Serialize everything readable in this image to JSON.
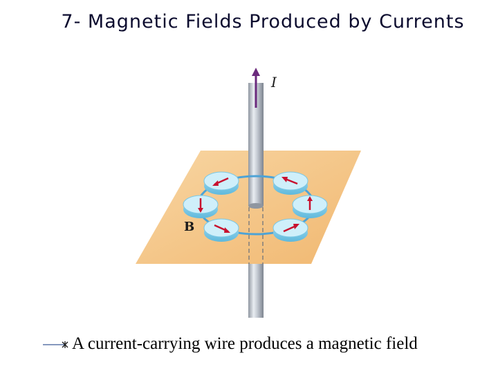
{
  "slide": {
    "title": "7- Magnetic Fields Produced by Currents",
    "bullet_text": "A current-carrying wire produces a magnetic field"
  },
  "figure": {
    "current_label": "I",
    "field_label": "B",
    "colors": {
      "plane": "#f6c98a",
      "wire": "#b9bfc8",
      "arrow_current": "#6b2a7d",
      "compass_face": "#cfeffa",
      "compass_needle": "#c8102e",
      "field_loop": "#4da3d6"
    }
  }
}
